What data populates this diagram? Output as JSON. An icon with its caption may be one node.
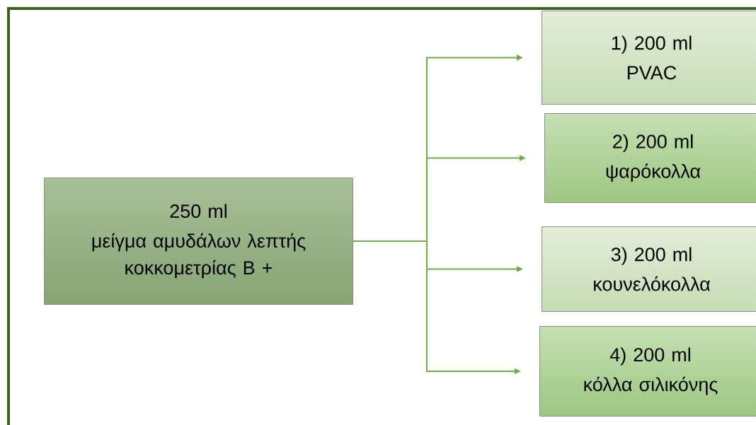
{
  "diagram": {
    "nodes": [
      {
        "text": [
          "250 ml",
          "μείγμα αμυδάλων λεπτής κοκκομετρίας Β +"
        ]
      },
      {
        "text": [
          "1) 200 ml",
          "PVAC"
        ]
      },
      {
        "text": [
          "2) 200 ml",
          "ψαρόκολλα"
        ]
      },
      {
        "text": [
          "3) 200 ml",
          "κουνελόκολλα"
        ]
      },
      {
        "text": [
          "4) 200 ml",
          "κόλλα σιλικόνης"
        ]
      }
    ],
    "edges": [
      {
        "from": 0,
        "to": 1,
        "arrow": "to"
      },
      {
        "from": 0,
        "to": 2,
        "arrow": "to"
      },
      {
        "from": 0,
        "to": 3,
        "arrow": "to"
      },
      {
        "from": 0,
        "to": 4,
        "arrow": "to"
      }
    ]
  }
}
